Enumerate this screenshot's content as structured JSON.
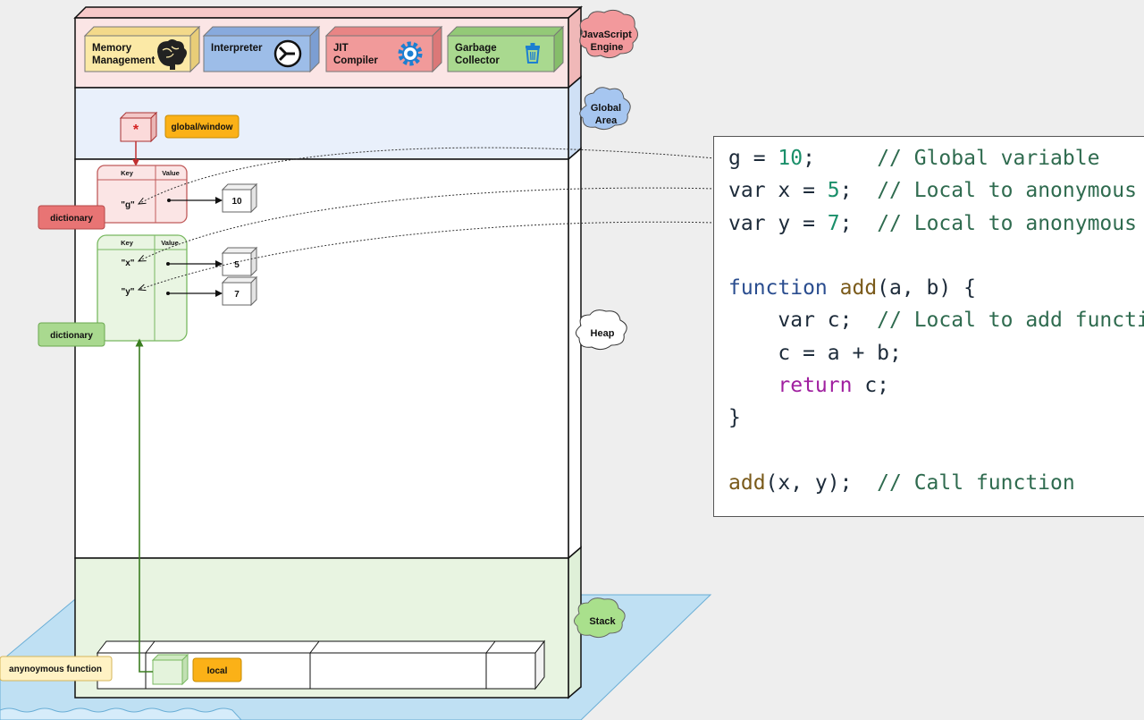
{
  "engine": {
    "cloud_label": [
      "JavaScript",
      "Engine"
    ],
    "components": [
      {
        "id": "memory",
        "lines": [
          "Memory",
          "Management"
        ],
        "icon": "brain-icon",
        "color": "#fbe9a6"
      },
      {
        "id": "interpreter",
        "lines": [
          "Interpreter"
        ],
        "icon": "interpreter-icon",
        "color": "#9dbde8"
      },
      {
        "id": "jit",
        "lines": [
          "JIT",
          "Compiler"
        ],
        "icon": "gear-icon",
        "color": "#f19a9a"
      },
      {
        "id": "gc",
        "lines": [
          "Garbage",
          "Collector"
        ],
        "icon": "trash-icon",
        "color": "#a9d98f"
      }
    ]
  },
  "global_area": {
    "cloud_label": [
      "Global",
      "Area"
    ],
    "pointer_symbol": "*",
    "tag": "global/window"
  },
  "heap": {
    "cloud_label": "Heap",
    "global_dict": {
      "label": "dictionary",
      "headers": [
        "Key",
        "Value"
      ],
      "keys": [
        "\"g\""
      ],
      "values": [
        "10"
      ]
    },
    "local_dict": {
      "label": "dictionary",
      "headers": [
        "Key",
        "Value"
      ],
      "keys": [
        "\"x\"",
        "\"y\""
      ],
      "values": [
        "5",
        "7"
      ]
    }
  },
  "stack": {
    "cloud_label": "Stack",
    "frame_label": "anynoymous function",
    "local_tag": "local"
  },
  "code": {
    "lines": [
      [
        {
          "t": "g = ",
          "c": ""
        },
        {
          "t": "10",
          "c": "num"
        },
        {
          "t": ";     ",
          "c": ""
        },
        {
          "t": "// Global variable",
          "c": "cmt"
        }
      ],
      [
        {
          "t": "var x = ",
          "c": ""
        },
        {
          "t": "5",
          "c": "num"
        },
        {
          "t": ";  ",
          "c": ""
        },
        {
          "t": "// Local to anonymous",
          "c": "cmt"
        }
      ],
      [
        {
          "t": "var y = ",
          "c": ""
        },
        {
          "t": "7",
          "c": "num"
        },
        {
          "t": ";  ",
          "c": ""
        },
        {
          "t": "// Local to anonymous",
          "c": "cmt"
        }
      ],
      [],
      [
        {
          "t": "function ",
          "c": "kw"
        },
        {
          "t": "add",
          "c": "fn"
        },
        {
          "t": "(a, b) {",
          "c": ""
        }
      ],
      [
        {
          "t": "    var c;  ",
          "c": ""
        },
        {
          "t": "// Local to add function",
          "c": "cmt"
        }
      ],
      [
        {
          "t": "    c = a + b;",
          "c": ""
        }
      ],
      [
        {
          "t": "    ",
          "c": ""
        },
        {
          "t": "return",
          "c": "ret"
        },
        {
          "t": " c;",
          "c": ""
        }
      ],
      [
        {
          "t": "}",
          "c": ""
        }
      ],
      [],
      [
        {
          "t": "add",
          "c": "fn"
        },
        {
          "t": "(x, y);  ",
          "c": ""
        },
        {
          "t": "// Call function",
          "c": "cmt"
        }
      ]
    ]
  }
}
